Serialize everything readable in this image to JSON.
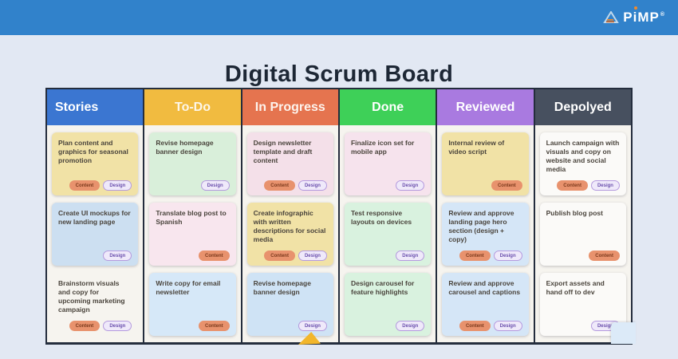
{
  "header": {
    "logo_text": "PiMP",
    "logo_reg": "®",
    "bar_color": "#3182cb",
    "logo_accent": "#f08a2c"
  },
  "page": {
    "title": "Digital Scrum Board"
  },
  "tag_styles": {
    "Content": {
      "bg": "#e8926d",
      "text": "#7c3a1d",
      "border": "#e8926d"
    },
    "Design": {
      "bg": "#efe9fa",
      "text": "#6a4fad",
      "border": "#b49ade"
    }
  },
  "decor": {
    "cursor_color": "#f2b62c",
    "partial_card_color": "#dceaf8",
    "board_bg": "#f6f4ef",
    "board_border": "#242d3d"
  },
  "board": {
    "columns": [
      {
        "label": "Stories",
        "color": "#3b76d1",
        "text_color": "#ffffff",
        "align": "left",
        "cards": [
          {
            "text": "Plan content and graphics for seasonal promotion",
            "bg": "#f1e2a6",
            "tags": [
              "Content",
              "Design"
            ]
          },
          {
            "text": "Create UI mockups for new landing page",
            "bg": "#ccdff1",
            "tags": [
              "Design"
            ]
          },
          {
            "text": "Brainstorm visuals and copy for upcoming marketing campaign",
            "bg": "transparent",
            "flat": true,
            "tags": [
              "Content",
              "Design"
            ]
          }
        ]
      },
      {
        "label": "To-Do",
        "color": "#f1bb40",
        "text_color": "#fdf6e8",
        "align": "center",
        "cards": [
          {
            "text": "Revise homepage banner design",
            "bg": "#d9efda",
            "tags": [
              "Design"
            ]
          },
          {
            "text": "Translate blog post to Spanish",
            "bg": "#f8e6ee",
            "tags": [
              "Content"
            ]
          },
          {
            "text": "Write copy for email newsletter",
            "bg": "#d6e8f8",
            "tags": [
              "Content"
            ]
          }
        ]
      },
      {
        "label": "In Progress",
        "color": "#e5744f",
        "text_color": "#fdf3ec",
        "align": "center",
        "cards": [
          {
            "text": "Design newsletter template and draft content",
            "bg": "#f4e0e9",
            "tags": [
              "Content",
              "Design"
            ]
          },
          {
            "text": "Create infographic with written descriptions for social media",
            "bg": "#f1e2a6",
            "tags": [
              "Content",
              "Design"
            ]
          },
          {
            "text": "Revise homepage banner design",
            "bg": "#cfe3f5",
            "tags": [
              "Design"
            ]
          }
        ]
      },
      {
        "label": "Done",
        "color": "#3ed058",
        "text_color": "#ffffff",
        "align": "center",
        "cards": [
          {
            "text": "Finalize icon set for mobile app",
            "bg": "#f6e3ed",
            "tags": [
              "Design"
            ]
          },
          {
            "text": "Test responsive layouts on devices",
            "bg": "#d9f2df",
            "tags": [
              "Design"
            ]
          },
          {
            "text": "Design carousel for feature highlights",
            "bg": "#d9f2df",
            "tags": [
              "Design"
            ]
          }
        ]
      },
      {
        "label": "Reviewed",
        "color": "#a97ae0",
        "text_color": "#ffffff",
        "align": "center",
        "cards": [
          {
            "text": "Internal review of video script",
            "bg": "#f1e2a6",
            "tags": [
              "Content"
            ]
          },
          {
            "text": "Review and approve landing page hero section (design + copy)",
            "bg": "#d5e6f7",
            "tags": [
              "Content",
              "Design"
            ]
          },
          {
            "text": "Review and approve carousel and captions",
            "bg": "#d5e6f7",
            "tags": [
              "Content",
              "Design"
            ]
          }
        ]
      },
      {
        "label": "Depolyed",
        "color": "#47505f",
        "text_color": "#ffffff",
        "align": "center",
        "cards": [
          {
            "text": "Launch campaign with visuals and copy on website and social media",
            "bg": "#fbfaf8",
            "tags": [
              "Content",
              "Design"
            ]
          },
          {
            "text": "Publish blog post",
            "bg": "#fbfaf8",
            "tags": [
              "Content"
            ]
          },
          {
            "text": "Export assets and hand off to dev",
            "bg": "#fbfaf8",
            "tags": [
              "Design"
            ]
          }
        ]
      }
    ]
  }
}
